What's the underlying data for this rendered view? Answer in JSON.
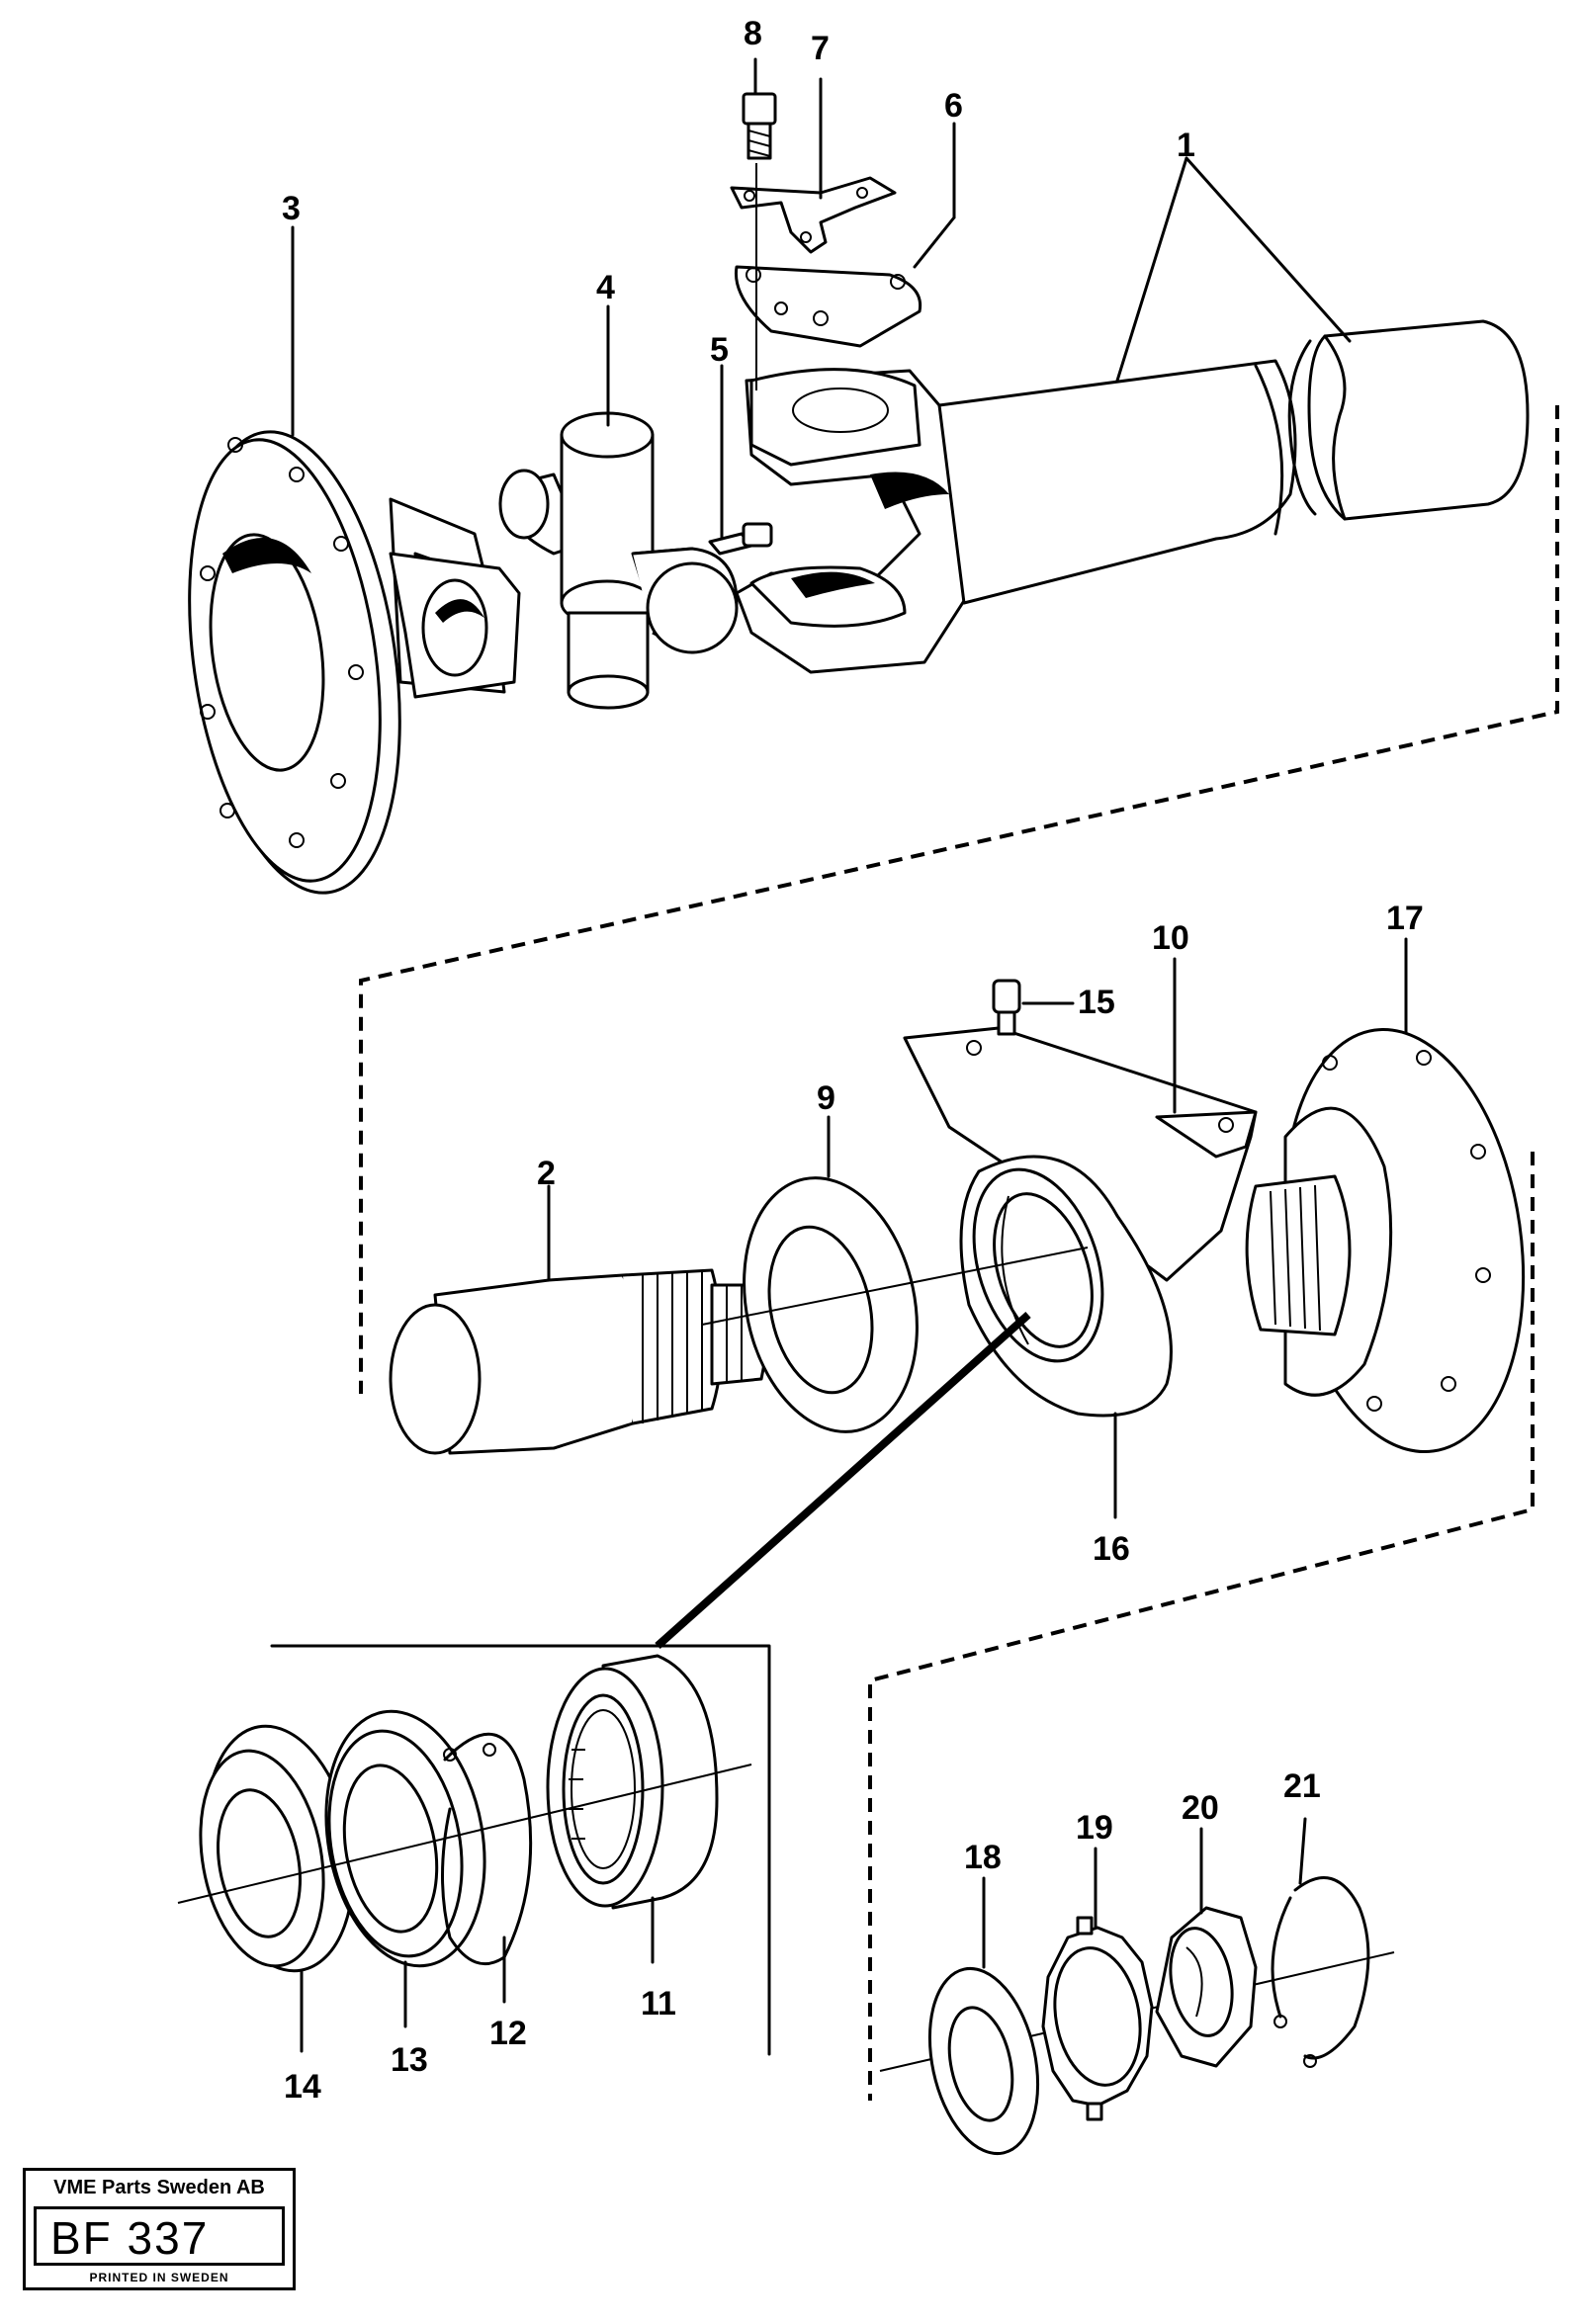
{
  "labels": {
    "p1": "1",
    "p2": "2",
    "p3": "3",
    "p4": "4",
    "p5": "5",
    "p6": "6",
    "p7": "7",
    "p8": "8",
    "p9": "9",
    "p10": "10",
    "p11": "11",
    "p12": "12",
    "p13": "13",
    "p14": "14",
    "p15": "15",
    "p16": "16",
    "p17": "17",
    "p18": "18",
    "p19": "19",
    "p20": "20",
    "p21": "21"
  },
  "footer": {
    "company": "VME Parts Sweden AB",
    "code": "BF 337",
    "printed": "PRINTED IN SWEDEN"
  }
}
